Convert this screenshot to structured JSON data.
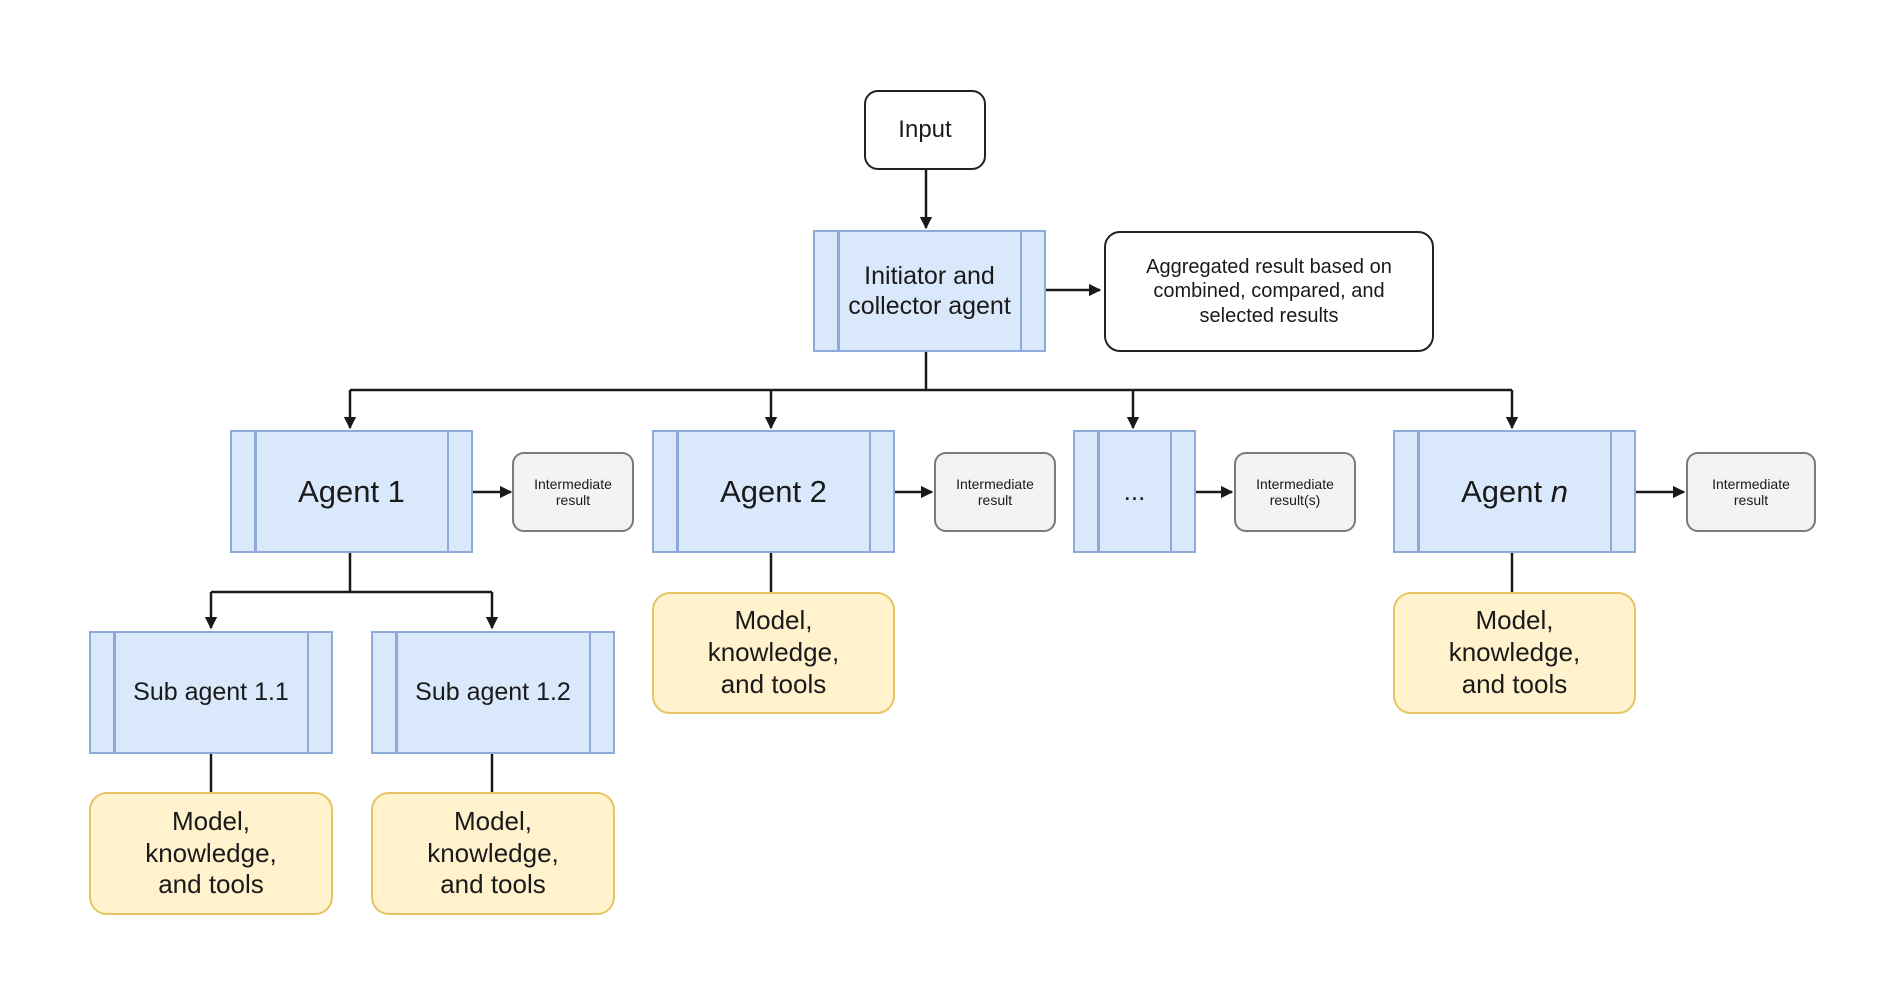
{
  "input": {
    "label": "Input"
  },
  "initiator": {
    "line1": "Initiator and",
    "line2": "collector agent"
  },
  "aggregated": {
    "line1": "Aggregated result based on",
    "line2": "combined, compared, and",
    "line3": "selected results"
  },
  "agents": [
    {
      "label": "Agent 1",
      "result_line1": "Intermediate",
      "result_line2": "result"
    },
    {
      "label": "Agent 2",
      "result_line1": "Intermediate",
      "result_line2": "result"
    },
    {
      "label": "...",
      "result_line1": "Intermediate",
      "result_line2": "result(s)"
    },
    {
      "label": "Agent ",
      "label_italic": "n",
      "result_line1": "Intermediate",
      "result_line2": "result"
    }
  ],
  "sub_agents": [
    {
      "label": "Sub agent 1.1"
    },
    {
      "label": "Sub agent 1.2"
    }
  ],
  "resources": {
    "line1": "Model,",
    "line2": "knowledge,",
    "line3": "and tools"
  },
  "colors": {
    "agent_fill": "#dae8fc",
    "agent_border": "#8eaad9",
    "resource_fill": "#fff2cc",
    "resource_border": "#e6c463",
    "result_fill": "#f3f3f3",
    "line": "#1a1a1a"
  }
}
